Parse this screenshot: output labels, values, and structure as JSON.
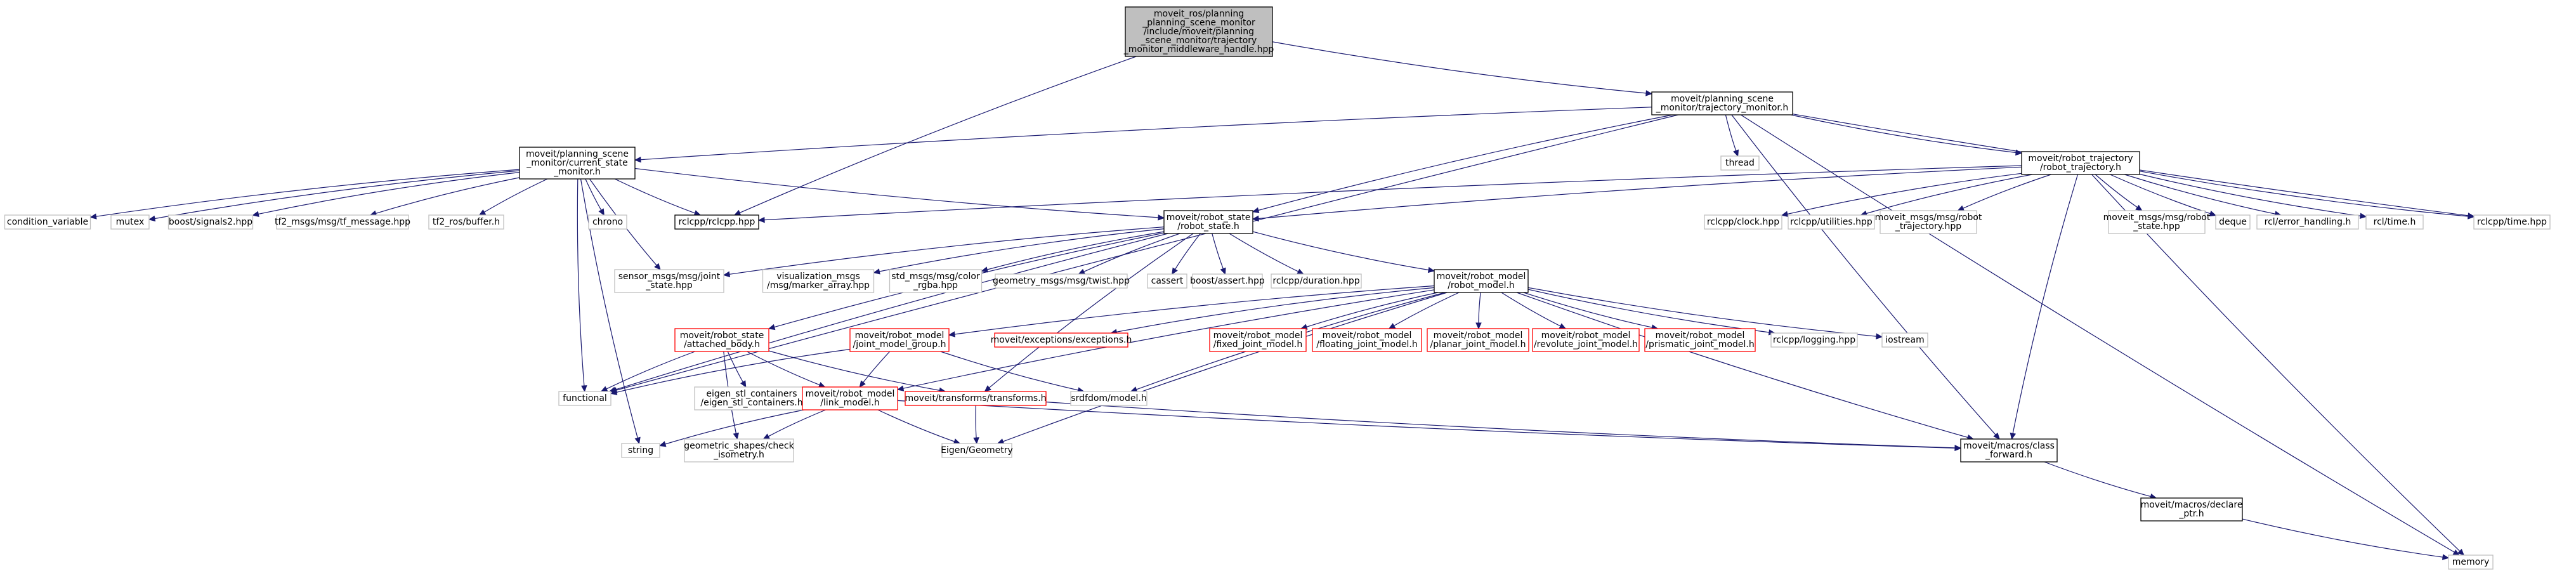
{
  "colors": {
    "edge": "#191970",
    "root_fill": "#bfbfbf",
    "border_linked": "#000000",
    "border_external": "#bfbfbf",
    "border_red": "#ff0000"
  },
  "nodes": {
    "root": {
      "lines": [
        "moveit_ros/planning",
        "_planning_scene_monitor",
        "/include/moveit/planning",
        "_scene_monitor/trajectory",
        "_monitor_middleware_handle.hpp"
      ]
    },
    "trajectory_monitor": {
      "lines": [
        "moveit/planning_scene",
        "_monitor/trajectory_monitor.h"
      ]
    },
    "current_state_monitor": {
      "lines": [
        "moveit/planning_scene",
        "_monitor/current_state",
        "_monitor.h"
      ]
    },
    "rclcpp": {
      "lines": [
        "rclcpp/rclcpp.hpp"
      ]
    },
    "thread": {
      "lines": [
        "thread"
      ]
    },
    "robot_trajectory": {
      "lines": [
        "moveit/robot_trajectory",
        "/robot_trajectory.h"
      ]
    },
    "robot_state": {
      "lines": [
        "moveit/robot_state",
        "/robot_state.h"
      ]
    },
    "functional": {
      "lines": [
        "functional"
      ]
    },
    "class_forward": {
      "lines": [
        "moveit/macros/class",
        "_forward.h"
      ]
    },
    "time_hpp": {
      "lines": [
        "rclcpp/time.hpp"
      ]
    },
    "memory": {
      "lines": [
        "memory"
      ]
    },
    "condition_variable": {
      "lines": [
        "condition_variable"
      ]
    },
    "mutex": {
      "lines": [
        "mutex"
      ]
    },
    "signals2": {
      "lines": [
        "boost/signals2.hpp"
      ]
    },
    "tf_message": {
      "lines": [
        "tf2_msgs/msg/tf_message.hpp"
      ]
    },
    "tf_buffer": {
      "lines": [
        "tf2_ros/buffer.h"
      ]
    },
    "chrono": {
      "lines": [
        "chrono"
      ]
    },
    "joint_state": {
      "lines": [
        "sensor_msgs/msg/joint",
        "_state.hpp"
      ]
    },
    "string": {
      "lines": [
        "string"
      ]
    },
    "clock": {
      "lines": [
        "rclcpp/clock.hpp"
      ]
    },
    "utilities": {
      "lines": [
        "rclcpp/utilities.hpp"
      ]
    },
    "msg_robot_trajectory": {
      "lines": [
        "moveit_msgs/msg/robot",
        "_trajectory.hpp"
      ]
    },
    "msg_robot_state": {
      "lines": [
        "moveit_msgs/msg/robot",
        "_state.hpp"
      ]
    },
    "deque": {
      "lines": [
        "deque"
      ]
    },
    "error_handling": {
      "lines": [
        "rcl/error_handling.h"
      ]
    },
    "rcl_time": {
      "lines": [
        "rcl/time.h"
      ]
    },
    "attached_body": {
      "lines": [
        "moveit/robot_state",
        "/attached_body.h"
      ]
    },
    "marker_array": {
      "lines": [
        "visualization_msgs",
        "/msg/marker_array.hpp"
      ]
    },
    "color_rgba": {
      "lines": [
        "std_msgs/msg/color",
        "_rgba.hpp"
      ]
    },
    "twist": {
      "lines": [
        "geometry_msgs/msg/twist.hpp"
      ]
    },
    "cassert": {
      "lines": [
        "cassert"
      ]
    },
    "boost_assert": {
      "lines": [
        "boost/assert.hpp"
      ]
    },
    "duration": {
      "lines": [
        "rclcpp/duration.hpp"
      ]
    },
    "robot_model": {
      "lines": [
        "moveit/robot_model",
        "/robot_model.h"
      ]
    },
    "exceptions": {
      "lines": [
        "moveit/exceptions/exceptions.h"
      ]
    },
    "joint_model_group": {
      "lines": [
        "moveit/robot_model",
        "/joint_model_group.h"
      ]
    },
    "fixed_joint": {
      "lines": [
        "moveit/robot_model",
        "/fixed_joint_model.h"
      ]
    },
    "floating_joint": {
      "lines": [
        "moveit/robot_model",
        "/floating_joint_model.h"
      ]
    },
    "planar_joint": {
      "lines": [
        "moveit/robot_model",
        "/planar_joint_model.h"
      ]
    },
    "revolute_joint": {
      "lines": [
        "moveit/robot_model",
        "/revolute_joint_model.h"
      ]
    },
    "prismatic_joint": {
      "lines": [
        "moveit/robot_model",
        "/prismatic_joint_model.h"
      ]
    },
    "logging": {
      "lines": [
        "rclcpp/logging.hpp"
      ]
    },
    "iostream": {
      "lines": [
        "iostream"
      ]
    },
    "eigen_stl": {
      "lines": [
        "eigen_stl_containers",
        "/eigen_stl_containers.h"
      ]
    },
    "link_model": {
      "lines": [
        "moveit/robot_model",
        "/link_model.h"
      ]
    },
    "transforms": {
      "lines": [
        "moveit/transforms/transforms.h"
      ]
    },
    "srdfdom": {
      "lines": [
        "srdfdom/model.h"
      ]
    },
    "check_isometry": {
      "lines": [
        "geometric_shapes/check",
        "_isometry.h"
      ]
    },
    "eigen_geometry": {
      "lines": [
        "Eigen/Geometry"
      ]
    },
    "declare_ptr": {
      "lines": [
        "moveit/macros/declare",
        "_ptr.h"
      ]
    }
  }
}
